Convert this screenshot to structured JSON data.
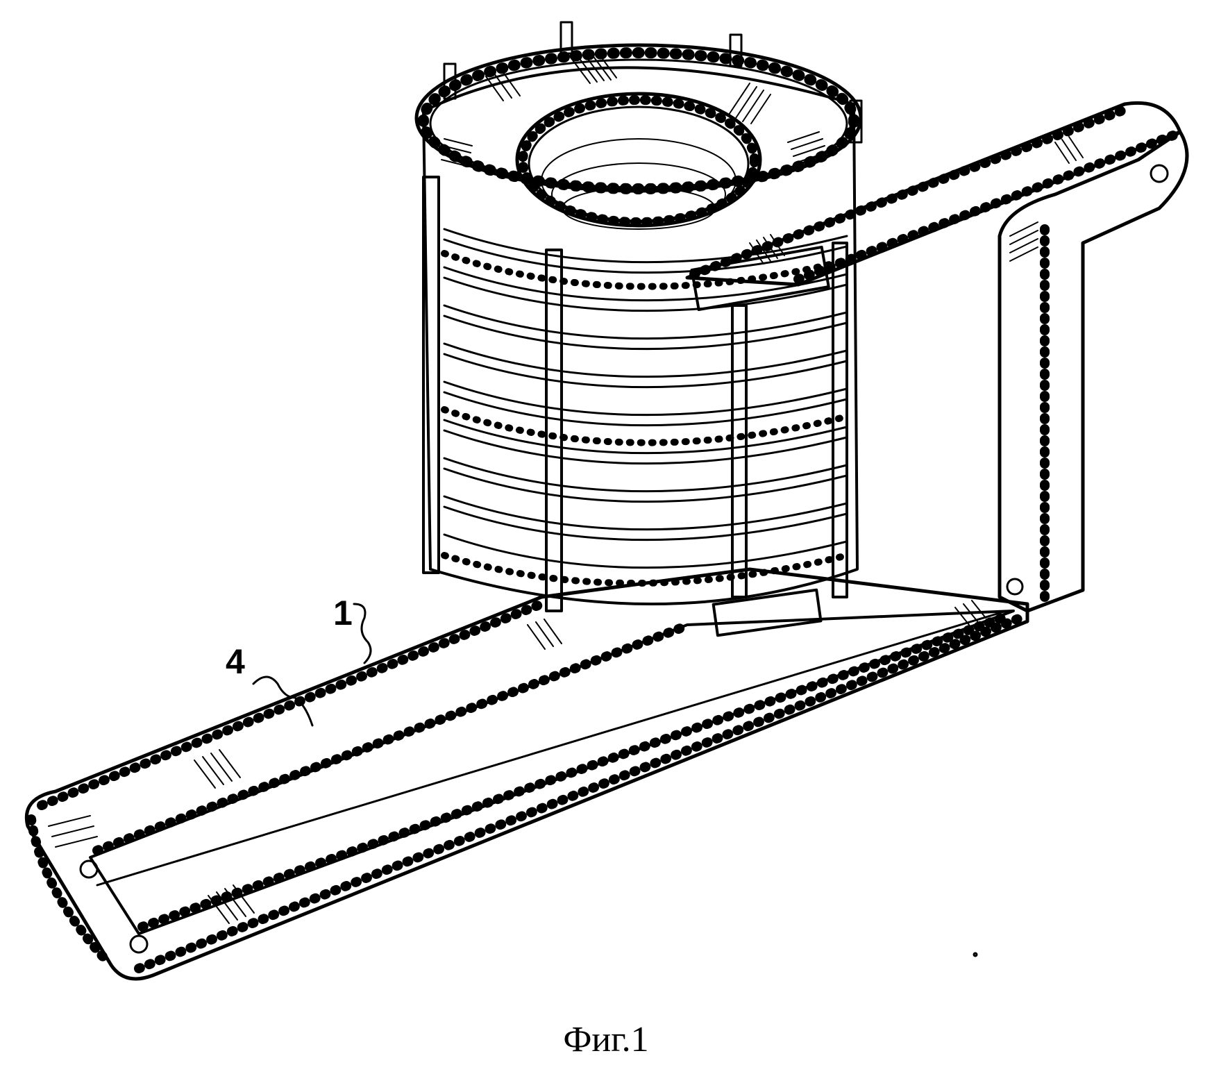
{
  "figure": {
    "caption": "Фиг.1",
    "reference_labels": [
      {
        "id": "label-1",
        "text": "1"
      },
      {
        "id": "label-4",
        "text": "4"
      }
    ],
    "ink_color": "#000000",
    "background_color": "#ffffff"
  }
}
